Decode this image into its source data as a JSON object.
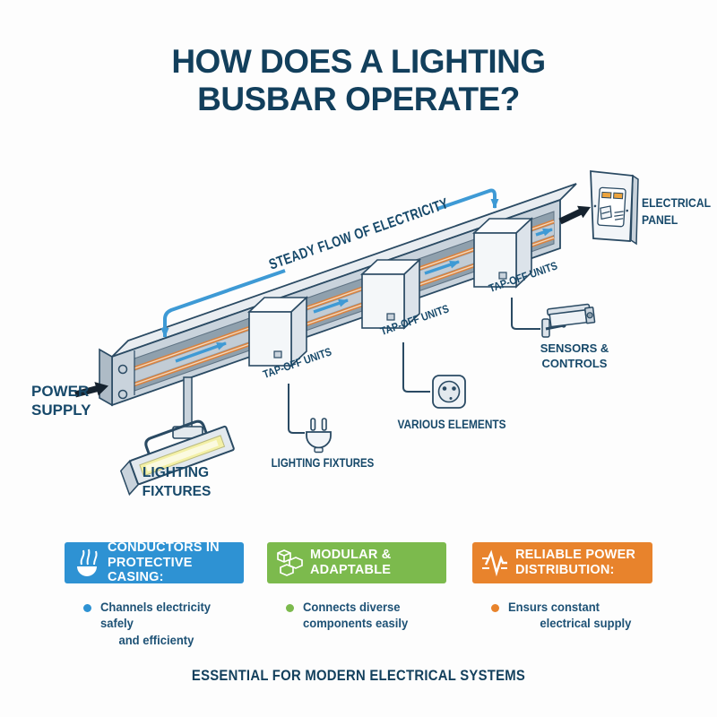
{
  "title": {
    "line1": "HOW DOES A LIGHTING",
    "line2": "BUSBAR OPERATE?"
  },
  "diagram": {
    "flow_label": "STEADY FLOW OF ELECTRICITY",
    "power_supply": {
      "line1": "POWER",
      "line2": "SUPPLY"
    },
    "electrical_panel": {
      "line1": "ELECTRICAL",
      "line2": "PANEL"
    },
    "tap_off_labels": [
      "TAP-OFF UNITS",
      "TAP-OFF UNITS",
      "TAP-OFF UNITS"
    ],
    "lighting_fixture_hanging": {
      "line1": "LIGHTING",
      "line2": "FIXTURES"
    },
    "lighting_fixture_plug": "LIGHTING FIXTURES",
    "various_elements": "VARIOUS ELEMENTS",
    "sensors_controls": {
      "line1": "SENSORS &",
      "line2": "CONTROLS"
    },
    "icons": [
      "power-supply-arrow",
      "busbar-rail",
      "tap-off-unit",
      "floodlight-icon",
      "plug-icon",
      "outlet-icon",
      "camera-icon",
      "electrical-panel-icon"
    ]
  },
  "features": [
    {
      "icon": "conductors-icon",
      "color": "#2e92d3",
      "title_line1": "CONDUCTORS IN",
      "title_line2": "PROTECTIVE CASING:",
      "bullet_line1": "Channels electricity safely",
      "bullet_line2": "and efficienty"
    },
    {
      "icon": "modular-cubes-icon",
      "color": "#7cba4d",
      "title_line1": "MODULAR &",
      "title_line2": "ADAPTABLE",
      "bullet_line1": "Connects diverse",
      "bullet_line2": "components easily"
    },
    {
      "icon": "pulse-icon",
      "color": "#e8832c",
      "title_line1": "RELIABLE POWER",
      "title_line2": "DISTRIBUTION:",
      "bullet_line1": "Ensurs constant",
      "bullet_line2": "electrical supply"
    }
  ],
  "footer": "ESSENTIAL FOR MODERN ELECTRICAL SYSTEMS",
  "colors": {
    "navy_text": "#17496a",
    "title_navy": "#123f5c",
    "accent_blue": "#2e92d3",
    "accent_green": "#7cba4d",
    "accent_orange": "#e8832c",
    "flow_blue": "#3e9ad5",
    "copper": "#d9823f",
    "rail_gray": "#c9d3dc",
    "dark_arrow": "#15222e"
  }
}
